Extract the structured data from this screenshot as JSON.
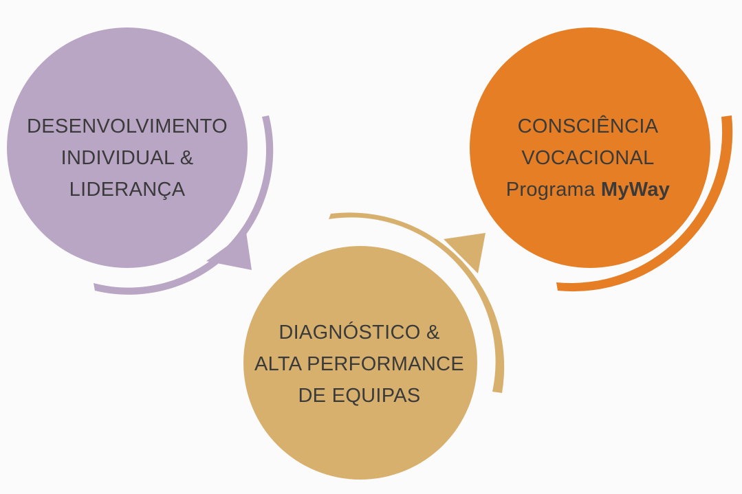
{
  "colors": {
    "background": "#fbfbfb",
    "lilac": "#b9a5c4",
    "sand": "#d8b06e",
    "orange": "#e57e24",
    "text": "#3a3a3a"
  },
  "nodes": [
    {
      "id": "lideranca",
      "color": "lilac",
      "lines": [
        "DESENVOLVIMENTO",
        "INDIVIDUAL &",
        "LIDERANÇA"
      ]
    },
    {
      "id": "equipas",
      "color": "sand",
      "lines": [
        "DIAGNÓSTICO &",
        "ALTA PERFORMANCE",
        "DE EQUIPAS"
      ]
    },
    {
      "id": "myway",
      "color": "orange",
      "lines": [
        "CONSCIÊNCIA",
        "VOCACIONAL"
      ],
      "line3_prefix": "Programa ",
      "line3_bold": "MyWay"
    }
  ]
}
